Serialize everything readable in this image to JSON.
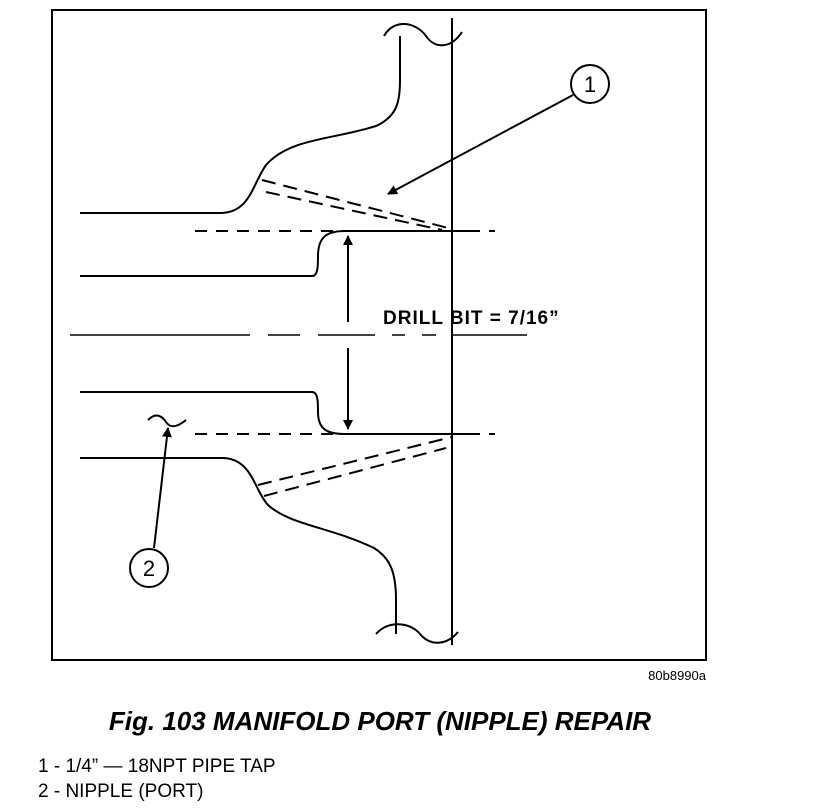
{
  "figure": {
    "drill_label": "DRILL BIT = 7/16”",
    "code": "80b8990a",
    "callouts": [
      {
        "number": "1"
      },
      {
        "number": "2"
      }
    ]
  },
  "caption": "Fig. 103 MANIFOLD PORT (NIPPLE) REPAIR",
  "legend": [
    "1 - 1/4” — 18NPT PIPE TAP",
    "2 - NIPPLE (PORT)"
  ]
}
